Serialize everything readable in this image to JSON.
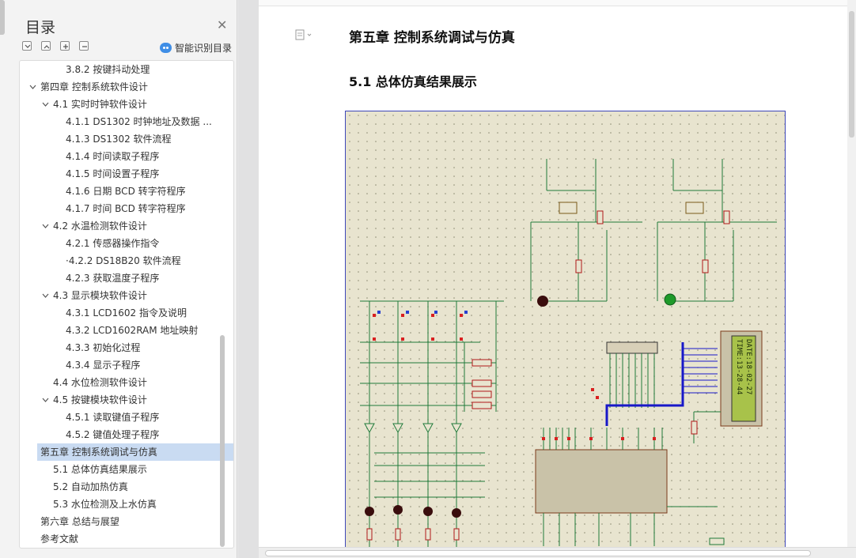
{
  "toc": {
    "title": "目录",
    "smart_toc_label": "智能识别目录",
    "items": [
      {
        "label": "3.8.2  按键抖动处理",
        "level": 3,
        "expanded": null,
        "selected": false
      },
      {
        "label": "第四章   控制系统软件设计",
        "level": 1,
        "expanded": true,
        "selected": false
      },
      {
        "label": "4.1    实时时钟软件设计",
        "level": 2,
        "expanded": true,
        "selected": false
      },
      {
        "label": "4.1.1    DS1302 时钟地址及数据 ...",
        "level": 3,
        "expanded": null,
        "selected": false
      },
      {
        "label": "4.1.3    DS1302 软件流程",
        "level": 3,
        "expanded": null,
        "selected": false
      },
      {
        "label": "4.1.4    时间读取子程序",
        "level": 3,
        "expanded": null,
        "selected": false
      },
      {
        "label": "4.1.5    时间设置子程序",
        "level": 3,
        "expanded": null,
        "selected": false
      },
      {
        "label": "4.1.6    日期 BCD 转字符程序",
        "level": 3,
        "expanded": null,
        "selected": false
      },
      {
        "label": "4.1.7    时间 BCD 转字符程序",
        "level": 3,
        "expanded": null,
        "selected": false
      },
      {
        "label": "4.2    水温检测软件设计",
        "level": 2,
        "expanded": true,
        "selected": false
      },
      {
        "label": "4.2.1    传感器操作指令",
        "level": 3,
        "expanded": null,
        "selected": false
      },
      {
        "label": "·4.2.2    DS18B20 软件流程",
        "level": 3,
        "expanded": null,
        "selected": false
      },
      {
        "label": "4.2.3    获取温度子程序",
        "level": 3,
        "expanded": null,
        "selected": false
      },
      {
        "label": "4.3    显示模块软件设计",
        "level": 2,
        "expanded": true,
        "selected": false
      },
      {
        "label": "4.3.1    LCD1602 指令及说明",
        "level": 3,
        "expanded": null,
        "selected": false
      },
      {
        "label": "4.3.2    LCD1602RAM 地址映射",
        "level": 3,
        "expanded": null,
        "selected": false
      },
      {
        "label": "4.3.3    初始化过程",
        "level": 3,
        "expanded": null,
        "selected": false
      },
      {
        "label": "4.3.4    显示子程序",
        "level": 3,
        "expanded": null,
        "selected": false
      },
      {
        "label": "4.4    水位检测软件设计",
        "level": 2,
        "expanded": null,
        "selected": false
      },
      {
        "label": "4.5    按键模块软件设计",
        "level": 2,
        "expanded": true,
        "selected": false
      },
      {
        "label": "4.5.1    读取键值子程序",
        "level": 3,
        "expanded": null,
        "selected": false
      },
      {
        "label": "4.5.2    键值处理子程序",
        "level": 3,
        "expanded": null,
        "selected": false
      },
      {
        "label": "第五章   控制系统调试与仿真",
        "level": 1,
        "expanded": null,
        "selected": true
      },
      {
        "label": "5.1    总体仿真结果展示",
        "level": 2,
        "expanded": null,
        "selected": false
      },
      {
        "label": "5.2    自动加热仿真",
        "level": 2,
        "expanded": null,
        "selected": false
      },
      {
        "label": "5.3    水位检测及上水仿真",
        "level": 2,
        "expanded": null,
        "selected": false
      },
      {
        "label": "第六章    总结与展望",
        "level": 1,
        "expanded": null,
        "selected": false
      },
      {
        "label": "参考文献",
        "level": 1,
        "expanded": null,
        "selected": false
      }
    ]
  },
  "document": {
    "chapter_title": "第五章    控制系统调试与仿真",
    "section_title": "5.1    总体仿真结果展示"
  },
  "schematic": {
    "lcd_line1": "TIME:13-28-44",
    "lcd_line2": "DATE:18-02-27"
  },
  "colors": {
    "selected_bg": "#c9dbf2",
    "schematic_bg": "#e8e4cf",
    "wire": "#1f7a3a",
    "bus": "#1818c8",
    "component_red": "#b01818"
  },
  "icons": {
    "close": "close-icon",
    "collapse_all": "minus-square-icon",
    "expand_all": "plus-square-icon",
    "smart_toc": "robot-icon",
    "page": "page-icon"
  }
}
